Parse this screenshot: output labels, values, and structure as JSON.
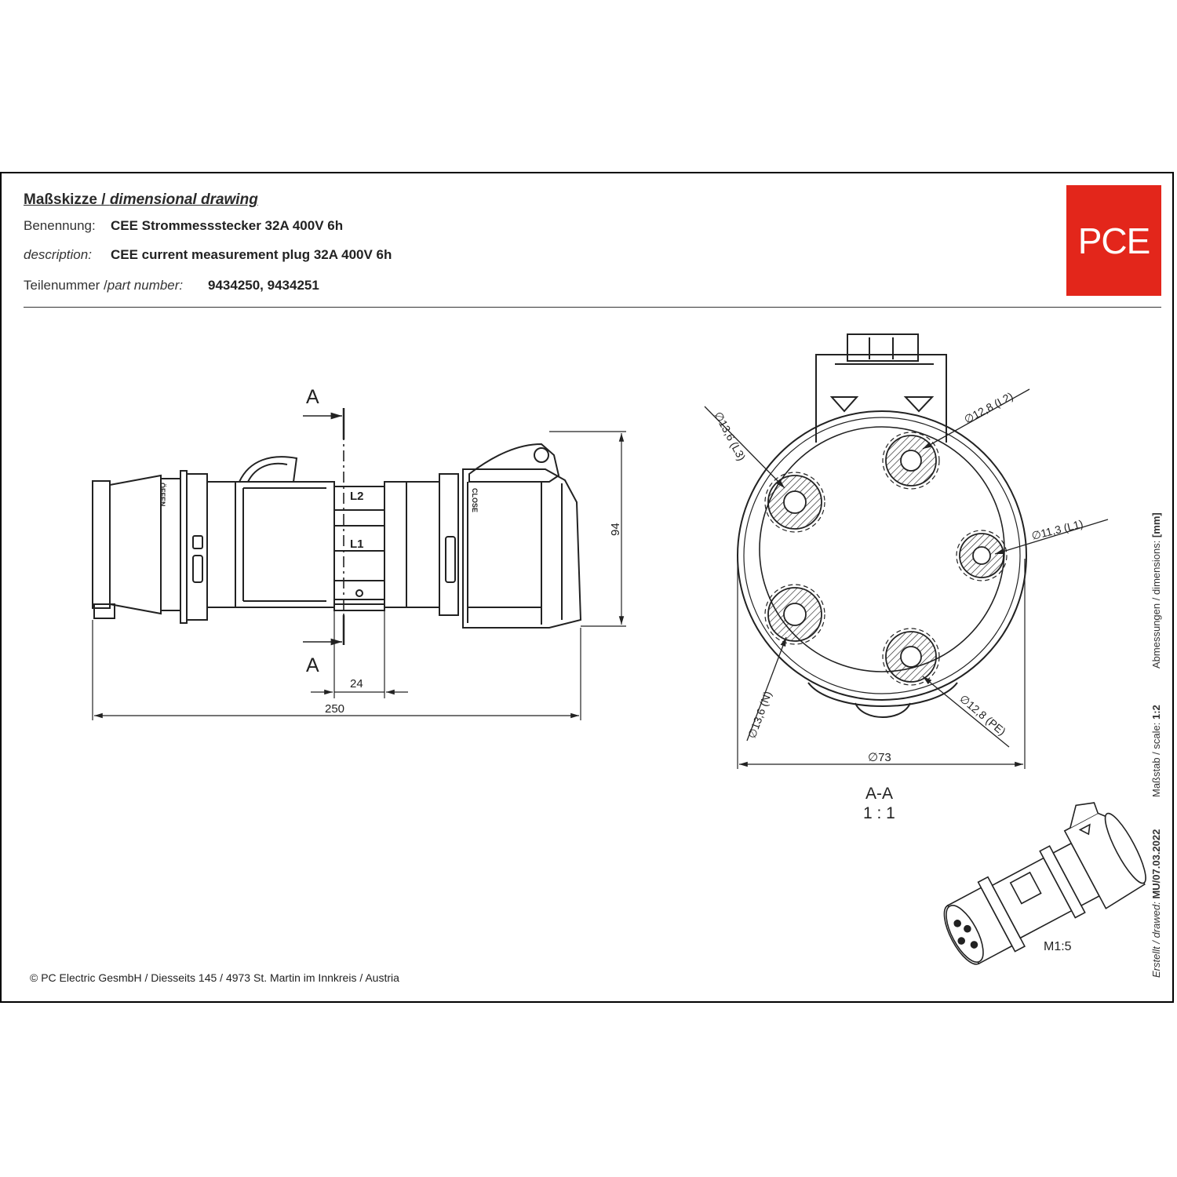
{
  "header": {
    "title_de": "Maßskizze",
    "title_sep": " / ",
    "title_en": "dimensional drawing",
    "name_label": "Benennung:",
    "name_value": "CEE Strommessstecker 32A 400V 6h",
    "desc_label": "description:",
    "desc_value": "CEE current measurement plug 32A 400V 6h",
    "part_label_de": "Teilenummer / ",
    "part_label_en": "part number:",
    "part_value": "9434250, 9434251"
  },
  "logo": {
    "text": "PCE",
    "color": "#e3261b"
  },
  "side_view": {
    "section_mark_top": "A",
    "section_mark_bottom": "A",
    "dim_height": "94",
    "dim_width_section": "24",
    "dim_length": "250",
    "label_l2": "L2",
    "label_l1": "L1",
    "label_close": "CLOSE",
    "label_open": "ÖFFEN"
  },
  "section_view": {
    "dim_l3": "∅13,6 (L3)",
    "dim_l2": "∅12,8 (L2)",
    "dim_l1": "∅11,3 (L1)",
    "dim_n": "∅13,6 (N)",
    "dim_pe": "∅12,8 (PE)",
    "dim_diameter": "∅73",
    "section_name": "A-A",
    "section_scale": "1 : 1"
  },
  "iso_view": {
    "scale": "M1:5"
  },
  "side_info": {
    "dimensions_label": "Abmessungen / dimensions:",
    "dimensions_unit": "[mm]",
    "scale_label": "Maßstab / scale:",
    "scale_value": "1:2",
    "drawn_label": "Erstellt / drawed:",
    "drawn_value": "MU/07.03.2022"
  },
  "footer": {
    "text": "© PC Electric GesmbH / Diesseits 145 / 4973 St. Martin im Innkreis / Austria"
  }
}
